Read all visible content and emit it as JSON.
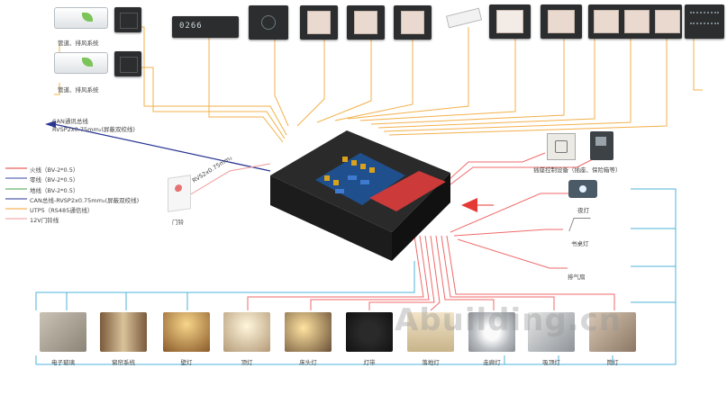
{
  "colors": {
    "fire": "#e53935",
    "neutral": "#3949ab",
    "ground": "#43a047",
    "can": "#283593",
    "utp": "#f0a030",
    "doorbell": "#ef9a9a",
    "bus_cyan": "#4fb3d9",
    "bus_red": "#f06a6a",
    "bus_orange": "#f3b04b"
  },
  "ac_units": [
    {
      "label": "管道、排风系统"
    },
    {
      "label": "管道、排风系统"
    }
  ],
  "display_panel": {
    "time": "0266"
  },
  "can_bus_label": {
    "line1": "CAN通讯总线",
    "line2": "RVSP2x0.75mm₂(屏蔽双绞线)"
  },
  "legend": [
    {
      "label": "火线（BV-2*0.5）",
      "color": "#e53935"
    },
    {
      "label": "零线（BV-2*0.5）",
      "color": "#3949ab"
    },
    {
      "label": "地线（BV-2*0.5）",
      "color": "#43a047"
    },
    {
      "label": "CAN总线-RVSP2x0.75mm₂(屏蔽双绞线)",
      "color": "#283593"
    },
    {
      "label": "UTP5（RS485通信线）",
      "color": "#f0a030"
    },
    {
      "label": "12V门铃线",
      "color": "#ef9a9a"
    }
  ],
  "doorbell": {
    "label": "门铃",
    "wire_label": "RVS2x0.75mm₂"
  },
  "socket_group": {
    "label": "插座控制设备（插座、保险箱等）"
  },
  "side_devices": [
    {
      "label": "夜灯"
    },
    {
      "label": "书桌灯"
    },
    {
      "label": "排气扇"
    }
  ],
  "bottom_devices": [
    {
      "label": "电子玻璃"
    },
    {
      "label": "窗帘系统"
    },
    {
      "label": "壁灯"
    },
    {
      "label": "顶灯"
    },
    {
      "label": "床头灯"
    },
    {
      "label": "灯带"
    },
    {
      "label": "落地灯"
    },
    {
      "label": "走廊灯"
    },
    {
      "label": "吸顶灯"
    },
    {
      "label": "筒灯"
    }
  ],
  "watermark": "Abuilding.cn"
}
